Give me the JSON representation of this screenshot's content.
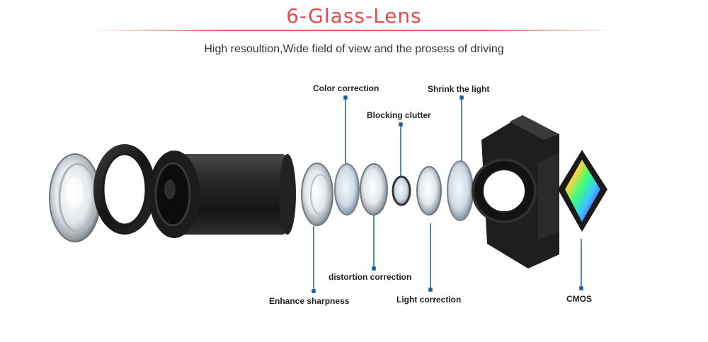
{
  "header": {
    "title": "6-Glass-Lens",
    "subtitle": "High resoultion,Wide field of view and the prosess of driving"
  },
  "colors": {
    "title_red": "#e34a4a",
    "leader_line": "#1f5c9e",
    "lens_dark": "#1b1b1b"
  },
  "callouts": {
    "color_correction": "Color correction",
    "shrink_the_light": "Shrink the light",
    "blocking_clutter": "Blocking clutter",
    "distortion_correction": "distortion correction",
    "enhance_sharpness": "Enhance sharpness",
    "light_correction": "Light correction",
    "cmos": "CMOS"
  }
}
